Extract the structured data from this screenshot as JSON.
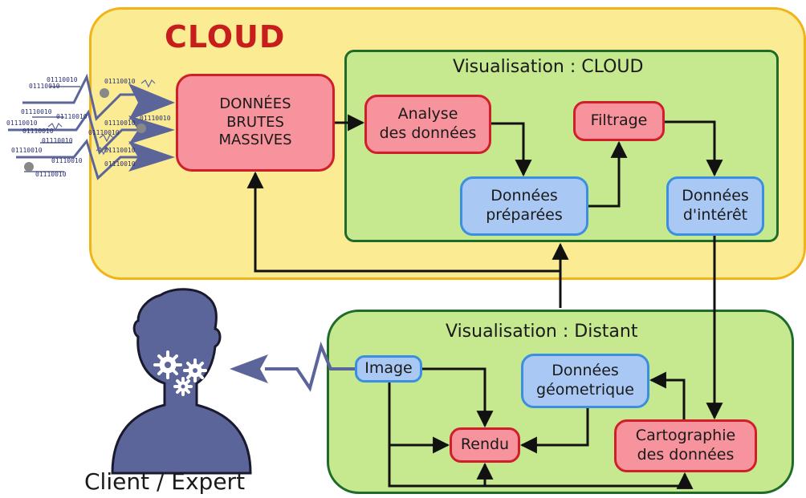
{
  "cloud": {
    "title": "CLOUD"
  },
  "visualisation_cloud": {
    "title": "Visualisation : CLOUD"
  },
  "visualisation_distant": {
    "title": "Visualisation : Distant"
  },
  "nodes": {
    "raw_data": "DONNÉES\nBRUTES\nMASSIVES",
    "analyse": "Analyse\ndes données",
    "filtrage": "Filtrage",
    "prepared": "Données\npréparées",
    "interest": "Données\nd'intérêt",
    "image": "Image",
    "geometric": "Données\ngéometrique",
    "rendu": "Rendu",
    "cartography": "Cartographie\ndes données"
  },
  "client": {
    "label": "Client / Expert"
  },
  "data_stream": {
    "binary_text": "01110010"
  },
  "colors": {
    "cloud_fill": "#fbec93",
    "cloud_border": "#f2b318",
    "vis_fill": "#c6e98f",
    "vis_border": "#1f6b2a",
    "red_node": "#f7939c",
    "red_border": "#d01f2a",
    "blue_node": "#a9c9f4",
    "blue_border": "#3a8fe0",
    "person": "#5c6599",
    "title_red": "#c81d1d"
  },
  "icons": [
    "person-silhouette-icon",
    "gears-icon",
    "lightning-arrow-icon",
    "data-stream-icon"
  ]
}
